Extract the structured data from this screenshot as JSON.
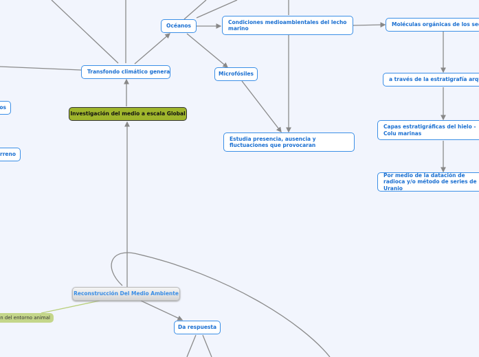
{
  "nodes": {
    "root": "Investigación del medio a escala Global",
    "transfondo": "Transfondo climático general",
    "oceanos": "Océanos",
    "condiciones": "Condiciones medioambientales del lecho marino",
    "moleculas": "Moléculas orgánicas de los sedim",
    "microfosiles": "Microfósiles",
    "estudia": "Estudia presencia, ausencia y fluctuaciones que provocaran",
    "traves": "a través de la estratigrafía arque",
    "capas": "Capas estratigráficas del hielo -Colu marinas",
    "datacion": "Por medio de la datación de radioca y/o método de series de Uranio",
    "left1": "os",
    "left2": "rreno",
    "reconstruccion": "Reconstrucción Del Medio Ambiente",
    "entorno": "ión del entorno animal",
    "respuesta": "Da respuesta"
  }
}
